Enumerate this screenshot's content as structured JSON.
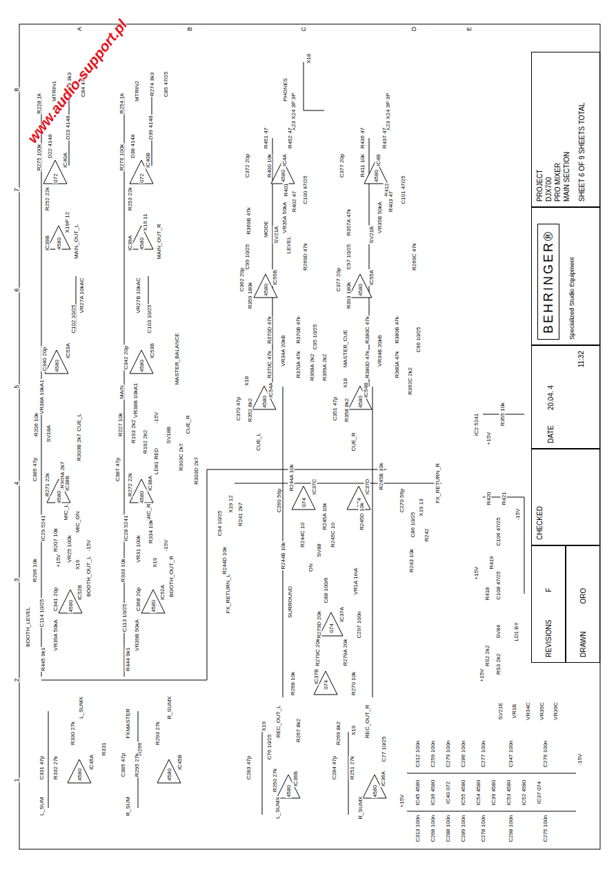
{
  "diagram": {
    "nodes": [
      {
        "text": [
          "PROJECT",
          "DJX700",
          "PRO MIXER",
          "MAIN SECTION",
          "SHEET 6 OF 9 SHEETS TOTAL"
        ]
      },
      {
        "text": [
          "BEHRINGER®",
          "Specialized Studio Equipment"
        ]
      },
      {
        "text": [
          "DATE",
          "20.04. 4",
          "11:32"
        ]
      },
      {
        "text": [
          "CHECKED"
        ]
      },
      {
        "text": [
          "REVISIONS",
          "F"
        ]
      },
      {
        "text": [
          "DRAWN",
          "ORO"
        ]
      }
    ],
    "labels": [
      "www.audio-support.pl",
      "A",
      "B",
      "C",
      "D",
      "E",
      "8",
      "7",
      "6",
      "5",
      "4",
      "3",
      "2",
      "1",
      "MTRIN1",
      "R228 1k",
      "R273 3k3",
      "C84 47/25",
      "D23 4148",
      "D22 4148",
      "IC40A",
      "072",
      "R275 100k",
      "R252 22k",
      "X19P 12",
      "IC39B",
      "4580",
      "MAIN_OUT_L",
      "MTRIN2",
      "R254 1k",
      "R274 3k3",
      "C85 47/25",
      "D39 4148",
      "D38 4148",
      "IC40B",
      "072",
      "R276 100k",
      "R253 22k",
      "X19 11",
      "IC39A",
      "4580",
      "MAIN_OUT_R",
      "VR27A 10kAC",
      "VR27B 10kAC",
      "MASTER_BALANCE",
      "C102 10/25",
      "C103 10/25",
      "C340 20p",
      "IC53A",
      "4580",
      "MAIN",
      "VR38A 10kA1",
      "VR38B 10kA1",
      "C342 20p",
      "IC53B",
      "4580",
      "R206 10k",
      "SV18A",
      "CUE_L",
      "R303B 2k7",
      "R303A 2k7",
      "R227 10k",
      "R193 2k2",
      "R192 2k2",
      "LD81 RED",
      "-15V",
      "SV18B",
      "CUE_R",
      "R303C 2k7",
      "R303D 2k7",
      "C385 47p",
      "R271 22k",
      "IC38B",
      "4580",
      "MIC_L",
      "MIC_ON",
      "C387 47p",
      "R272 22k",
      "IC38A",
      "4580",
      "MIC_R",
      "IC29 5241",
      "IC28 5241",
      "R207 10k",
      "R296 10k",
      "VR25 100k",
      "+15V",
      "-15V",
      "X19",
      "R333 10k",
      "R334 10k",
      "VR31 100k",
      "X19",
      "-15V",
      "C341 20p",
      "IC52B",
      "4580",
      "BOOTH_OUT_L",
      "C368 20p",
      "IC52A",
      "4580",
      "BOOTH_OUT_R",
      "C114 10/25",
      "C113 10/25",
      "VR39A 50kA",
      "VR39B 50kA",
      "BOOTH_LEVEL",
      "R445 9k1",
      "R444 9k1",
      "L_SUMX",
      "R330 27k",
      "FXMASTER",
      "R266",
      "R331",
      "C331 47p",
      "R332 27k",
      "IC45A",
      "4580",
      "L_SUM",
      "R_SUMX",
      "R293 27k",
      "C385 47p",
      "R295 27k",
      "IC45B",
      "4580",
      "R_SUM",
      "C94 10/25",
      "X19 12",
      "R241 2k7",
      "FX_RETURN_L",
      "R244D 10k",
      "R244B 10k",
      "C260 56p",
      "R244A 10k",
      "IC37C",
      "074",
      "R245A 10k",
      "IC37D",
      "074",
      "R245D 10k",
      "C270 56p",
      "R245B 10k",
      "C86 10/25",
      "X19 13",
      "FX_RETURN_R",
      "R242",
      "R243 10k",
      "R244C 10",
      "R245C 10",
      "SV88",
      "ON",
      "SURROUND",
      "C88 100/6",
      "VR1A 1mA",
      "R279D 20k",
      "IC37A",
      "074",
      "C297 100n",
      "R279C 20k",
      "R279A 20k",
      "IC37B",
      "074",
      "R268 10k",
      "R270 10k",
      "REC_OUT_L",
      "X19",
      "C76 10/25",
      "C283 47p",
      "R267 8k2",
      "R250 27k",
      "IC36B",
      "4580",
      "L_SUMX",
      "REC_OUT_R",
      "X19",
      "C77 10/25",
      "R269 8k2",
      "C284 47p",
      "R251 27k",
      "IC36A",
      "4580",
      "R_SUMX",
      "PHONES",
      "X18",
      "X23 X24 3P 3P",
      "X23 X24 3P 3P",
      "R451 47",
      "R452 47",
      "C372 20p",
      "R400 10k",
      "IC4A",
      "4580",
      "R401",
      "C100 47/25",
      "R402 47",
      "R436 47",
      "R437 47",
      "C377 20p",
      "R411 10k",
      "IC4B",
      "4580",
      "R412",
      "C101 47/25",
      "R403 47",
      "VR35A 50kA",
      "LEVEL",
      "MODE",
      "SV21A",
      "VR35B 50kA",
      "SV21B",
      "R369B 47k",
      "C99 10/25",
      "R269D 47k",
      "C362 20p",
      "R359 180k",
      "IC55B",
      "4580",
      "R357A 47k",
      "C97 10/25",
      "R269C 47k",
      "C377 20p",
      "R393 180k",
      "IC55A",
      "4580",
      "R370D 47k",
      "R370B 47k",
      "VR34A 20kB",
      "R370C 47k",
      "R370A 47k",
      "C95 10/25",
      "R368A 2k2",
      "R369A 2k2",
      "MASTER_CUE",
      "R380C 47k",
      "R380B 47k",
      "VR34B 20kB",
      "R380D 47k",
      "R380A 47k",
      "C96 10/25",
      "R362C 2k2",
      "X18",
      "C370 47p",
      "R352 8k2",
      "IC54A",
      "4580",
      "CUE_L",
      "X18",
      "C351 47p",
      "R358 8k2",
      "IC54B",
      "4580",
      "CUE_R",
      "IC2 5241",
      "+15V",
      "R355 10k",
      "R420",
      "R421",
      "-15V",
      "C106 47/25",
      "R419",
      "+15V",
      "C108 47/25",
      "R418",
      "SV84",
      "LD1 BY",
      "+15V",
      "RS2 2k2",
      "RS3 2k2",
      "SV21E",
      "VR1B",
      "VR34C",
      "VR35C",
      "VR39C",
      "C312 100n",
      "C259 100n",
      "C279 100n",
      "C286 100n",
      "C277 100n",
      "C347 100n",
      "C276 100n",
      "C313 100n",
      "C268 100n",
      "C288 100n",
      "C289 100n",
      "C278 100n",
      "C298 100n",
      "C275 100n",
      "+15V",
      "-15V",
      "IC45 4580",
      "IC36 4580",
      "IC40 072",
      "IC55 4580",
      "IC54 4580",
      "IC39 4580",
      "IC53 4580",
      "IC52 4580",
      "IC37 074"
    ]
  }
}
